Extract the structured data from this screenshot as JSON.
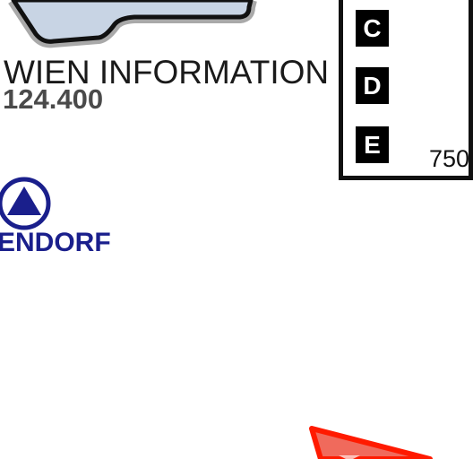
{
  "info_label": {
    "name": "WIEN INFORMATION",
    "frequency": "124.400"
  },
  "navaid": {
    "icon": "vor-triangle-icon",
    "name": "ENDORF",
    "color": "#1a1f8c"
  },
  "legend": {
    "letters": [
      "C",
      "D",
      "E"
    ],
    "value": "750"
  },
  "colors": {
    "top_shape_fill": "#c8d4e4",
    "arrow_fill": "#f06a5c",
    "arrow_stroke": "#ff1a00"
  }
}
